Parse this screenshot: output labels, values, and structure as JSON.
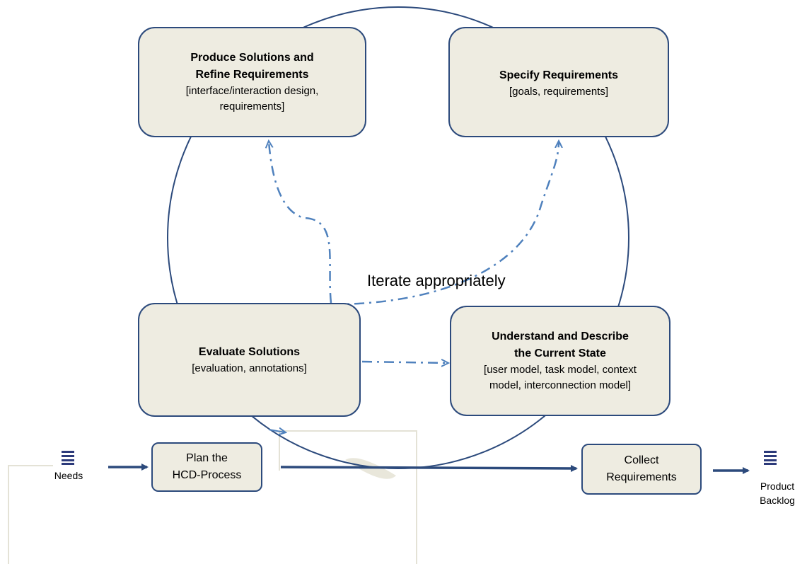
{
  "cycle": {
    "produce": {
      "title": "Produce Solutions and Refine Requirements",
      "title_line1": "Produce Solutions and",
      "title_line2": "Refine Requirements",
      "detail_line1": "[interface/interaction design,",
      "detail_line2": "requirements]"
    },
    "specify": {
      "title": "Specify Requirements",
      "detail": "[goals, requirements]"
    },
    "evaluate": {
      "title": "Evaluate Solutions",
      "detail": "[evaluation, annotations]"
    },
    "understand": {
      "title_line1": "Understand and Describe",
      "title_line2": "the Current State",
      "detail_line1": "[user model, task model, context",
      "detail_line2": "model, interconnection model]"
    },
    "center_label": "Iterate appropriately"
  },
  "flow": {
    "needs_label": "Needs",
    "plan_line1": "Plan the",
    "plan_line2": "HCD-Process",
    "collect_line1": "Collect",
    "collect_line2": "Requirements",
    "backlog_line1": "Product",
    "backlog_line2": "Backlog"
  },
  "icons": {
    "needs": "list-icon",
    "backlog": "list-icon"
  },
  "colors": {
    "box_fill": "#eeece1",
    "box_border": "#2c4a7c",
    "flow_arrow": "#2c4a7c",
    "iterate_arrow": "#4f81bd"
  }
}
